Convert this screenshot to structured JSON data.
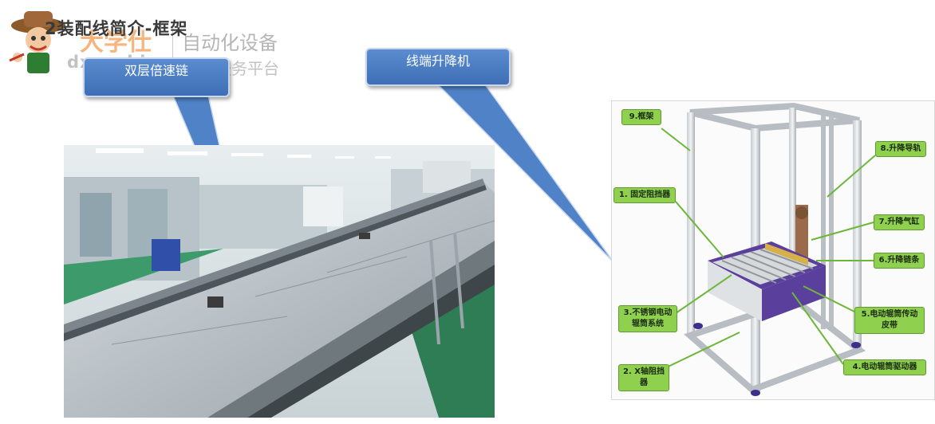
{
  "page": {
    "title": "2装配线简介-框架",
    "watermark": {
      "brand_cn": "大学仕",
      "tagline_1": "自动化设备",
      "url": "dxueshi.com",
      "tagline_2": "采购服务平台"
    }
  },
  "callouts": {
    "chain": "双层倍速链",
    "lift": "线端升降机"
  },
  "diagram_labels": {
    "frame": "9.框架",
    "guide_rail": "8.升降导轨",
    "fixed_stopper": "1. 固定阻挡器",
    "lift_cylinder": "7.升降气缸",
    "lift_chain": "6.升降链条",
    "roller_system": "3.不锈钢电动辊筒系统",
    "roller_belt": "5.电动辊筒传动皮带",
    "x_stopper": "2. X轴阻挡器",
    "roller_driver": "4.电动辊筒驱动器"
  },
  "colors": {
    "callout_blue": "#4a7cc2",
    "label_green": "#8fd14f",
    "frame_purple": "#5a3f9c"
  },
  "icons": [
    "mascot-icon"
  ]
}
